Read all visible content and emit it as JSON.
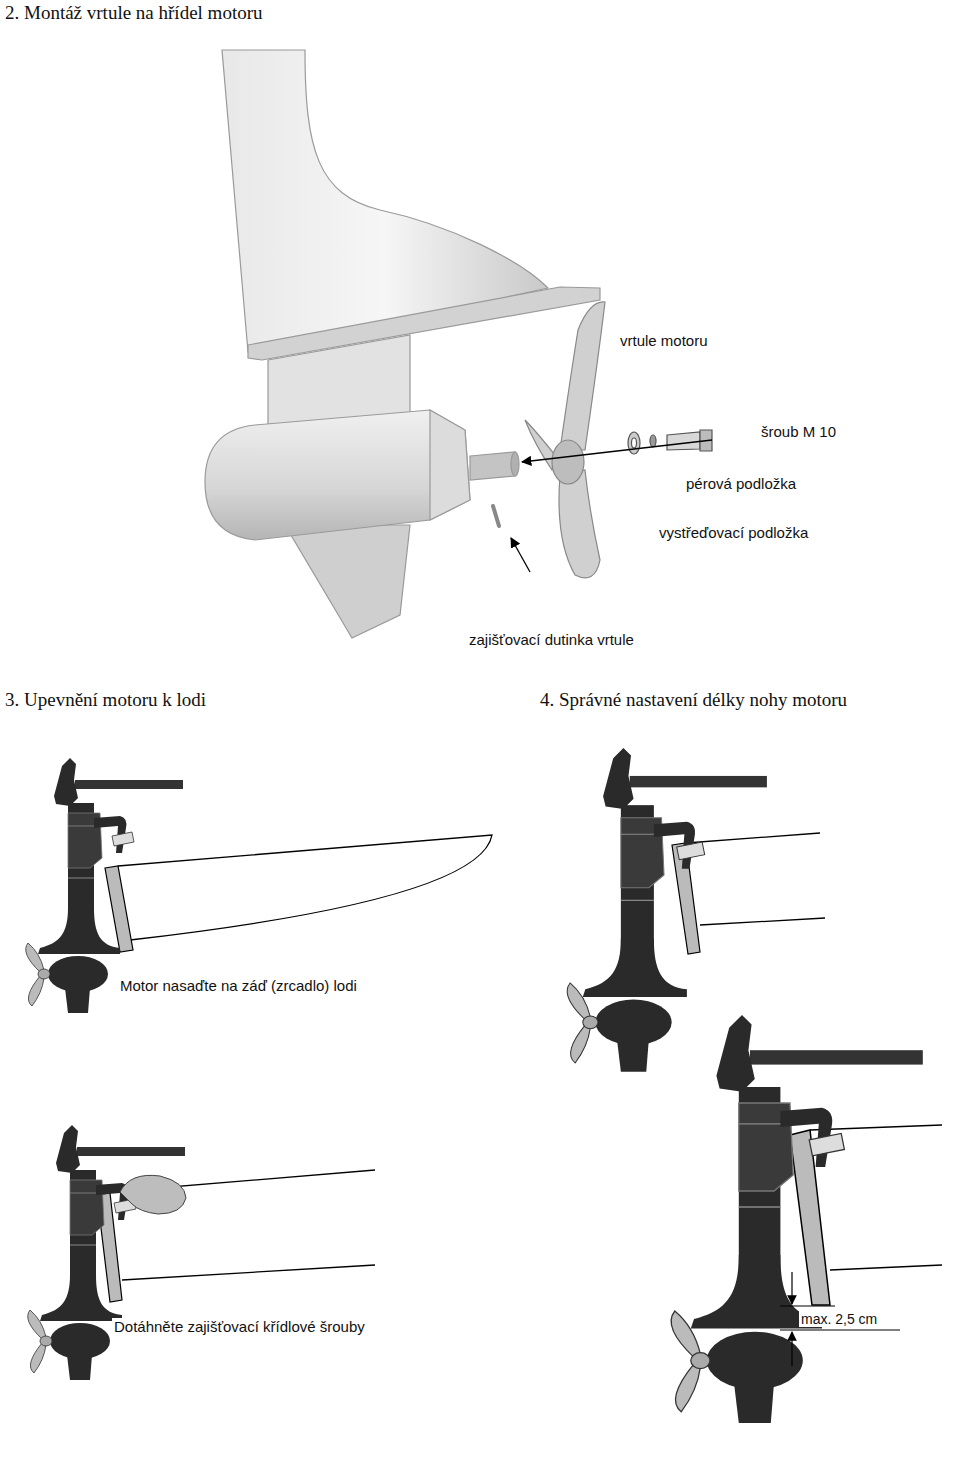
{
  "diagram": {
    "labels": [
      "2. Montáž vrtule na hřídel motoru",
      "vrtule motoru",
      "šroub M 10",
      "pérová podložka",
      "vystřeďovací podložka",
      "zajišťovací dutinka vrtule",
      "3. Upevnění motoru k lodi",
      "4. Správné nastavení délky nohy motoru",
      "Motor nasaďte na záď (zrcadlo) lodi",
      "Dotáhněte zajišťovací křídlové šrouby",
      "max. 2,5 cm"
    ]
  }
}
